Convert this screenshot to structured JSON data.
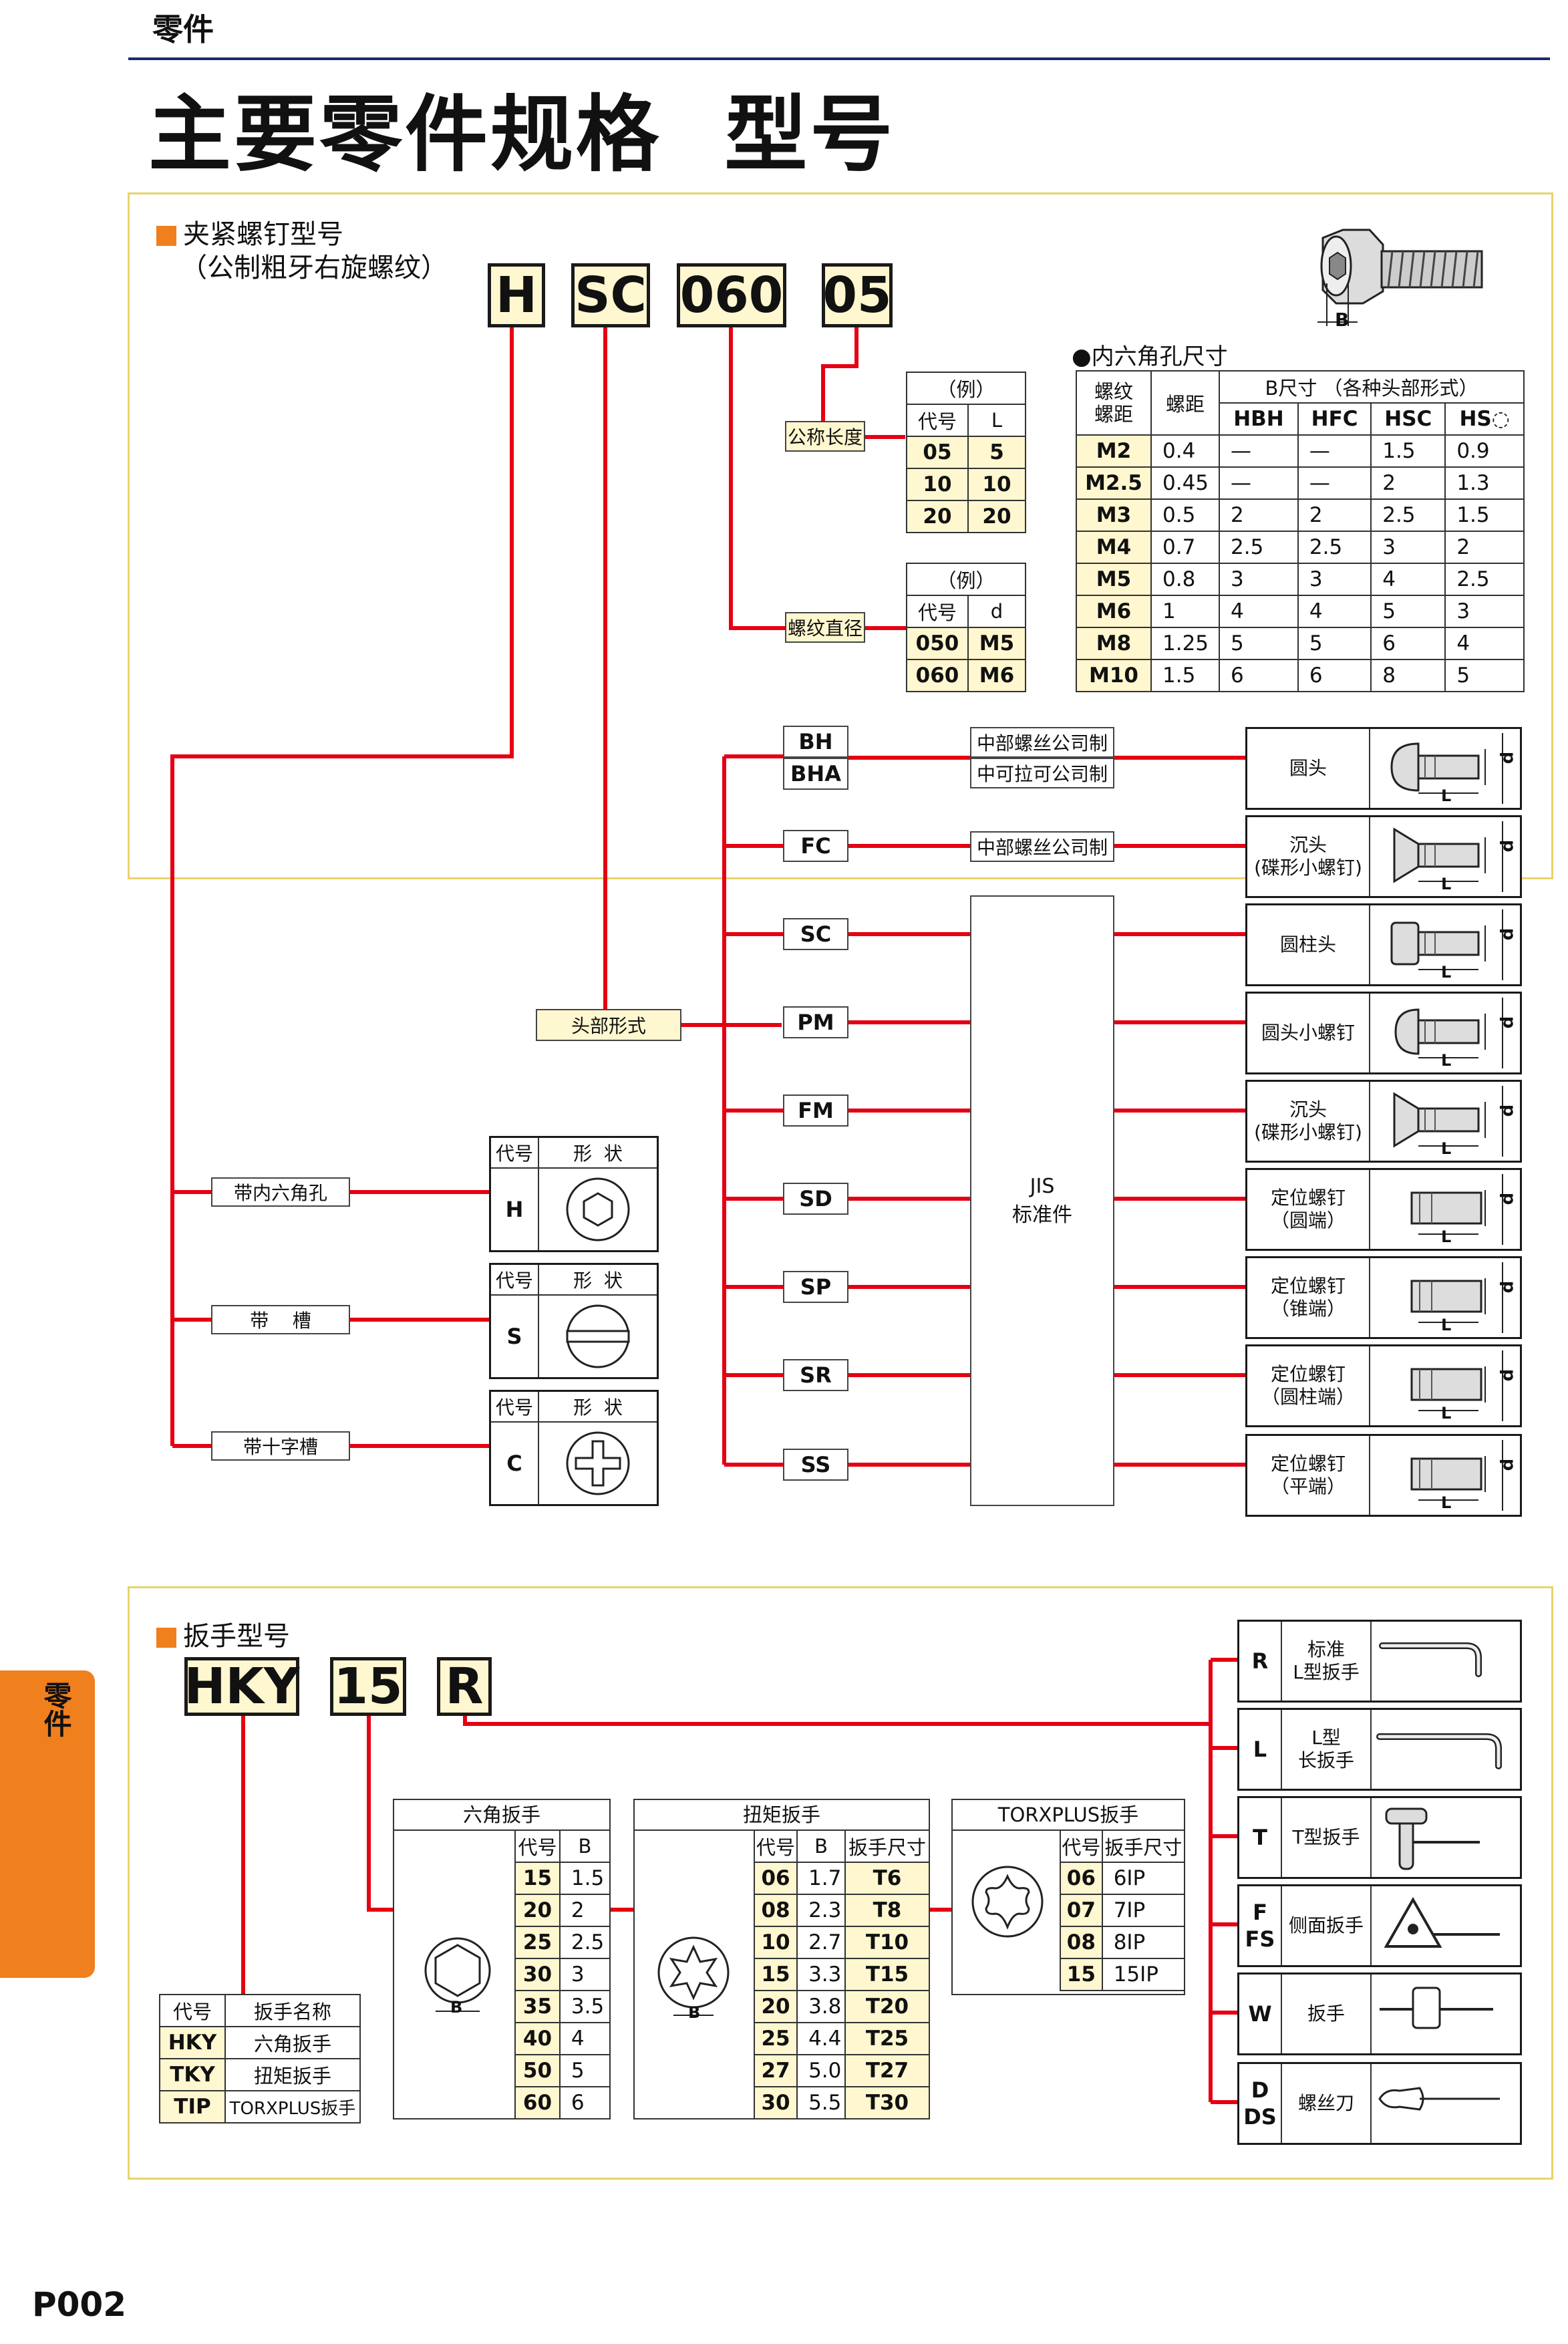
{
  "header": {
    "category": "零件",
    "title": "主要零件规格  型号"
  },
  "side_tab": "零件",
  "page_number": "P002",
  "colors": {
    "accent_orange": "#f07f1e",
    "line_red": "#e50012",
    "label_yellow": "#fff7cf",
    "panel_border": "#e8d36a",
    "title_rule": "#1a2a6e"
  },
  "screw": {
    "section_title": "夹紧螺钉型号",
    "section_subtitle": "（公制粗牙右旋螺纹）",
    "codes": [
      "H",
      "SC",
      "060",
      "05"
    ],
    "labels": {
      "length": "公称长度",
      "diameter": "螺纹直径",
      "head": "头部形式"
    },
    "length_table": {
      "caption": "（例）",
      "headers": [
        "代号",
        "L"
      ],
      "rows": [
        [
          "05",
          "5"
        ],
        [
          "10",
          "10"
        ],
        [
          "20",
          "20"
        ]
      ]
    },
    "diameter_table": {
      "caption": "（例）",
      "headers": [
        "代号",
        "d"
      ],
      "rows": [
        [
          "050",
          "M5"
        ],
        [
          "060",
          "M6"
        ]
      ]
    },
    "hex_table": {
      "title": "●内六角孔尺寸",
      "group_header": "B尺寸 （各种头部形式）",
      "headers": [
        "螺纹螺距",
        "螺距",
        "HBH",
        "HFC",
        "HSC",
        "HS◌"
      ],
      "rows": [
        [
          "M2",
          "0.4",
          "—",
          "—",
          "1.5",
          "0.9"
        ],
        [
          "M2.5",
          "0.45",
          "—",
          "—",
          "2",
          "1.3"
        ],
        [
          "M3",
          "0.5",
          "2",
          "2",
          "2.5",
          "1.5"
        ],
        [
          "M4",
          "0.7",
          "2.5",
          "2.5",
          "3",
          "2"
        ],
        [
          "M5",
          "0.8",
          "3",
          "3",
          "4",
          "2.5"
        ],
        [
          "M6",
          "1",
          "4",
          "4",
          "5",
          "3"
        ],
        [
          "M8",
          "1.25",
          "5",
          "5",
          "6",
          "4"
        ],
        [
          "M10",
          "1.5",
          "6",
          "6",
          "8",
          "5"
        ]
      ],
      "dim_label": "B"
    },
    "head_codes": [
      "BH",
      "BHA",
      "FC",
      "SC",
      "PM",
      "FM",
      "SD",
      "SP",
      "SR",
      "SS"
    ],
    "standards": {
      "bh": "中部螺丝公司制",
      "bha": "中可拉可公司制",
      "fc": "中部螺丝公司制",
      "jis_1": "JIS",
      "jis_2": "标准件"
    },
    "shapes": [
      {
        "name": "圆头"
      },
      {
        "name": "沉头",
        "sub": "(碟形小螺钉)"
      },
      {
        "name": "圆柱头"
      },
      {
        "name": "圆头小螺钉"
      },
      {
        "name": "沉头",
        "sub": "(碟形小螺钉)"
      },
      {
        "name": "定位螺钉",
        "sub": "（圆端）"
      },
      {
        "name": "定位螺钉",
        "sub": "（锥端）"
      },
      {
        "name": "定位螺钉",
        "sub": "（圆柱端）"
      },
      {
        "name": "定位螺钉",
        "sub": "（平端）"
      }
    ],
    "dim_d": "d",
    "dim_l": "L",
    "drive_header": [
      "代号",
      "形  状"
    ],
    "drives": [
      {
        "label": "带内六角孔",
        "code": "H"
      },
      {
        "label": "带    槽",
        "code": "S"
      },
      {
        "label": "带十字槽",
        "code": "C"
      }
    ]
  },
  "wrench": {
    "section_title": "扳手型号",
    "codes": [
      "HKY",
      "15",
      "R"
    ],
    "name_table": {
      "headers": [
        "代号",
        "扳手名称"
      ],
      "rows": [
        [
          "HKY",
          "六角扳手"
        ],
        [
          "TKY",
          "扭矩扳手"
        ],
        [
          "TIP",
          "TORXPLUS扳手"
        ]
      ]
    },
    "hex_table": {
      "title": "六角扳手",
      "headers": [
        "代号",
        "B"
      ],
      "rows": [
        [
          "15",
          "1.5"
        ],
        [
          "20",
          "2"
        ],
        [
          "25",
          "2.5"
        ],
        [
          "30",
          "3"
        ],
        [
          "35",
          "3.5"
        ],
        [
          "40",
          "4"
        ],
        [
          "50",
          "5"
        ],
        [
          "60",
          "6"
        ]
      ]
    },
    "torx_table": {
      "title": "扭矩扳手",
      "headers": [
        "代号",
        "B",
        "扳手尺寸"
      ],
      "rows": [
        [
          "06",
          "1.7",
          "T6"
        ],
        [
          "08",
          "2.3",
          "T8"
        ],
        [
          "10",
          "2.7",
          "T10"
        ],
        [
          "15",
          "3.3",
          "T15"
        ],
        [
          "20",
          "3.8",
          "T20"
        ],
        [
          "25",
          "4.4",
          "T25"
        ],
        [
          "27",
          "5.0",
          "T27"
        ],
        [
          "30",
          "5.5",
          "T30"
        ]
      ]
    },
    "torxplus_table": {
      "title": "TORXPLUS扳手",
      "headers": [
        "代号",
        "扳手尺寸"
      ],
      "rows": [
        [
          "06",
          "6IP"
        ],
        [
          "07",
          "7IP"
        ],
        [
          "08",
          "8IP"
        ],
        [
          "15",
          "15IP"
        ]
      ]
    },
    "b_label": "B",
    "types": [
      {
        "code": "R",
        "name": "标准",
        "sub": "L型扳手"
      },
      {
        "code": "L",
        "name": "L型",
        "sub": "长扳手"
      },
      {
        "code": "T",
        "name": "T型扳手",
        "sub": ""
      },
      {
        "code": "F",
        "code2": "FS",
        "name": "侧面扳手",
        "sub": ""
      },
      {
        "code": "W",
        "name": "扳手",
        "sub": ""
      },
      {
        "code": "D",
        "code2": "DS",
        "name": "螺丝刀",
        "sub": ""
      }
    ]
  }
}
